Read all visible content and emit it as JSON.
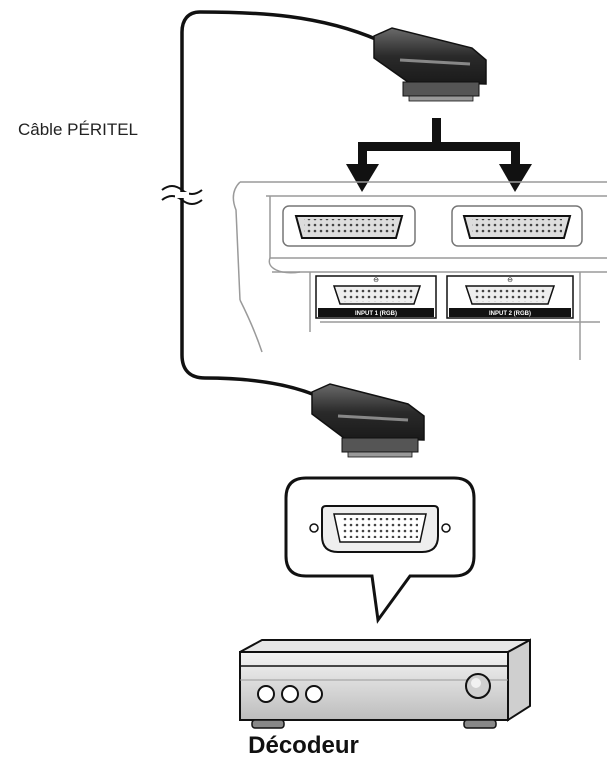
{
  "labels": {
    "cable": "Câble PÉRITEL",
    "decoder": "Décodeur",
    "input1": "INPUT 1 (RGB)",
    "input2": "INPUT 2 (RGB)"
  },
  "colors": {
    "line": "#111111",
    "connector_dark": "#2a2a2a",
    "connector_mid": "#5a5a5a",
    "panel_outline": "#9a9a9a"
  }
}
